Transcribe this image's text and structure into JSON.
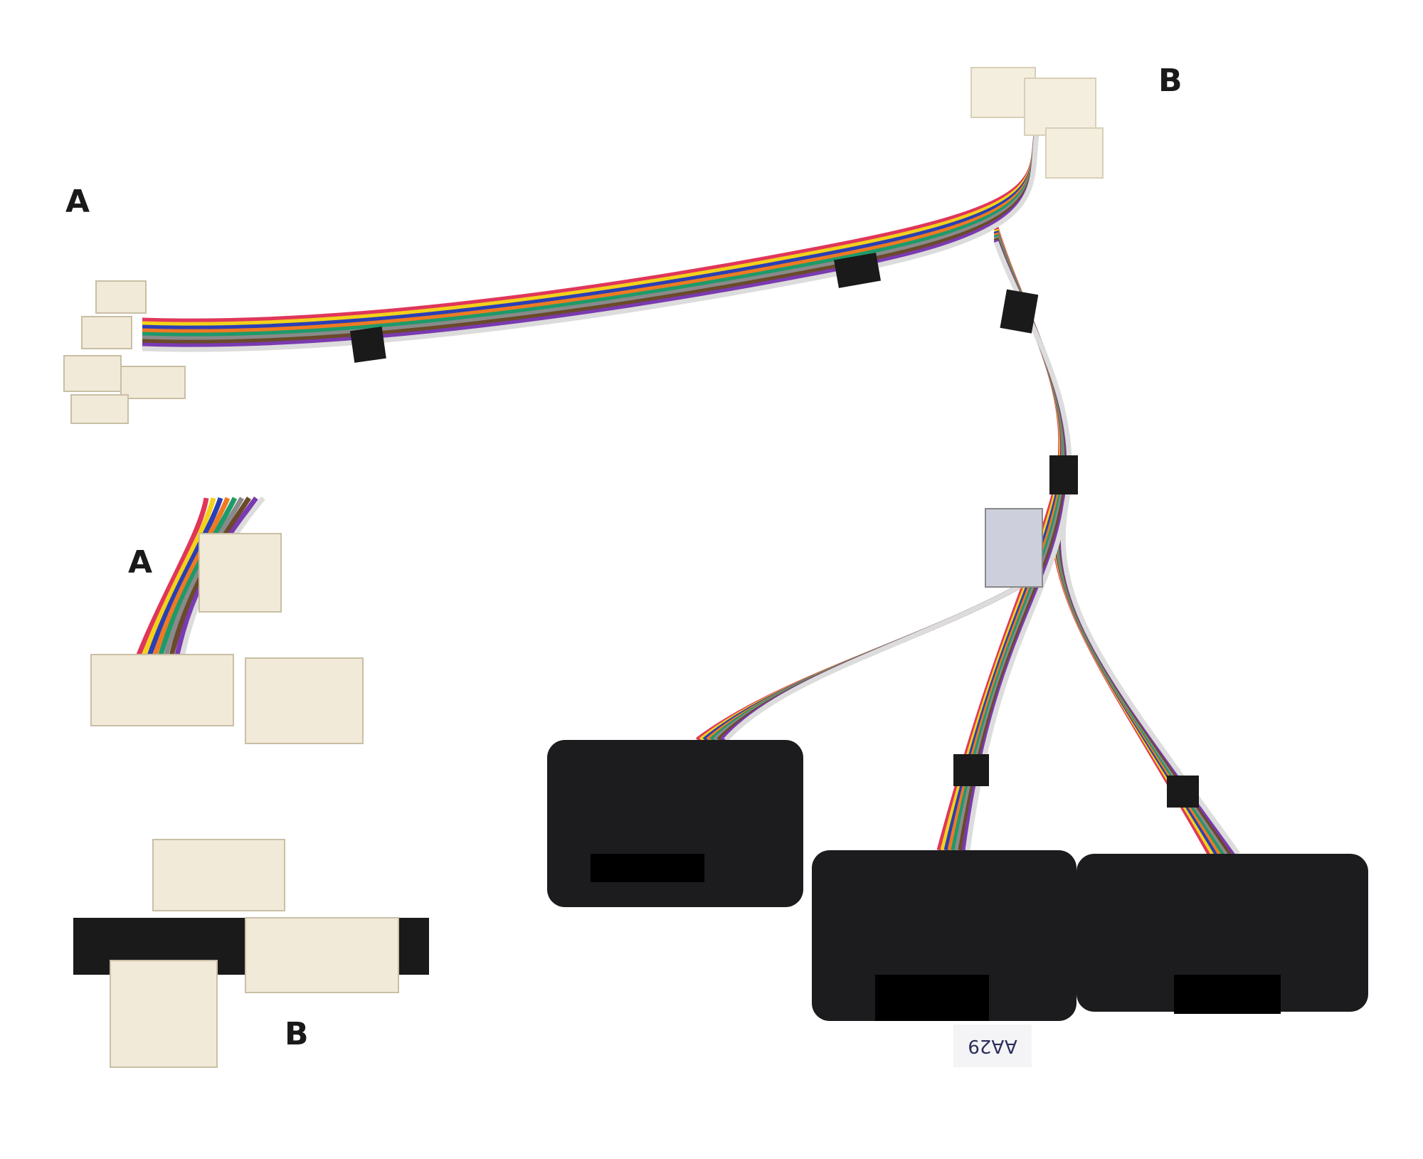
{
  "labels": {
    "main_a": "A",
    "main_b": "B",
    "inset_a": "A",
    "inset_b": "B"
  },
  "tag_text": "AA29",
  "colors": {
    "module": "#1c1c1e",
    "connector": "#f1ead8",
    "wires": [
      "#e0365a",
      "#f2d21a",
      "#2a3fb5",
      "#ee7a22",
      "#1e9a6a",
      "#8a8a8a",
      "#6a4a2a",
      "#7a3ab0",
      "#ffffff"
    ]
  }
}
